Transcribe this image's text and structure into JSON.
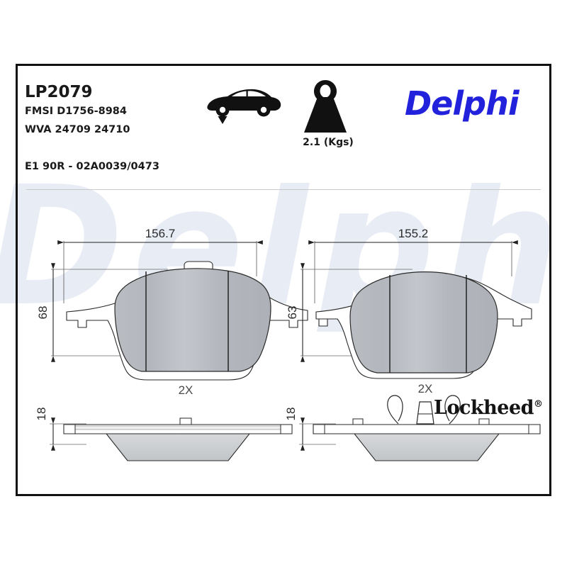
{
  "document": {
    "watermark_text": "Delphi",
    "brand_logo": "Delphi",
    "brand_color": "#2222dd",
    "footer_brand": "Lockheed",
    "footer_brand_mark": "®"
  },
  "header": {
    "part_number": "LP2079",
    "fmsi_code": "FMSI D1756-8984",
    "wva_code": "WVA 24709 24710",
    "approval_code": "E1 90R - 02A0039/0473",
    "weight_label": "2.1 (Kgs)",
    "car_icon_name": "car-front-axle-icon",
    "weight_icon_name": "weight-kettlebell-icon"
  },
  "drawings": [
    {
      "id": "left-pad-plan",
      "view": "plan",
      "width_label": "156.7",
      "height_label": "68",
      "quantity_label": "2X"
    },
    {
      "id": "right-pad-plan",
      "view": "plan",
      "width_label": "155.2",
      "height_label": "63",
      "quantity_label": "2X"
    },
    {
      "id": "left-pad-side",
      "view": "side",
      "thickness_label": "18"
    },
    {
      "id": "right-pad-side",
      "view": "side",
      "thickness_label": "18"
    }
  ]
}
